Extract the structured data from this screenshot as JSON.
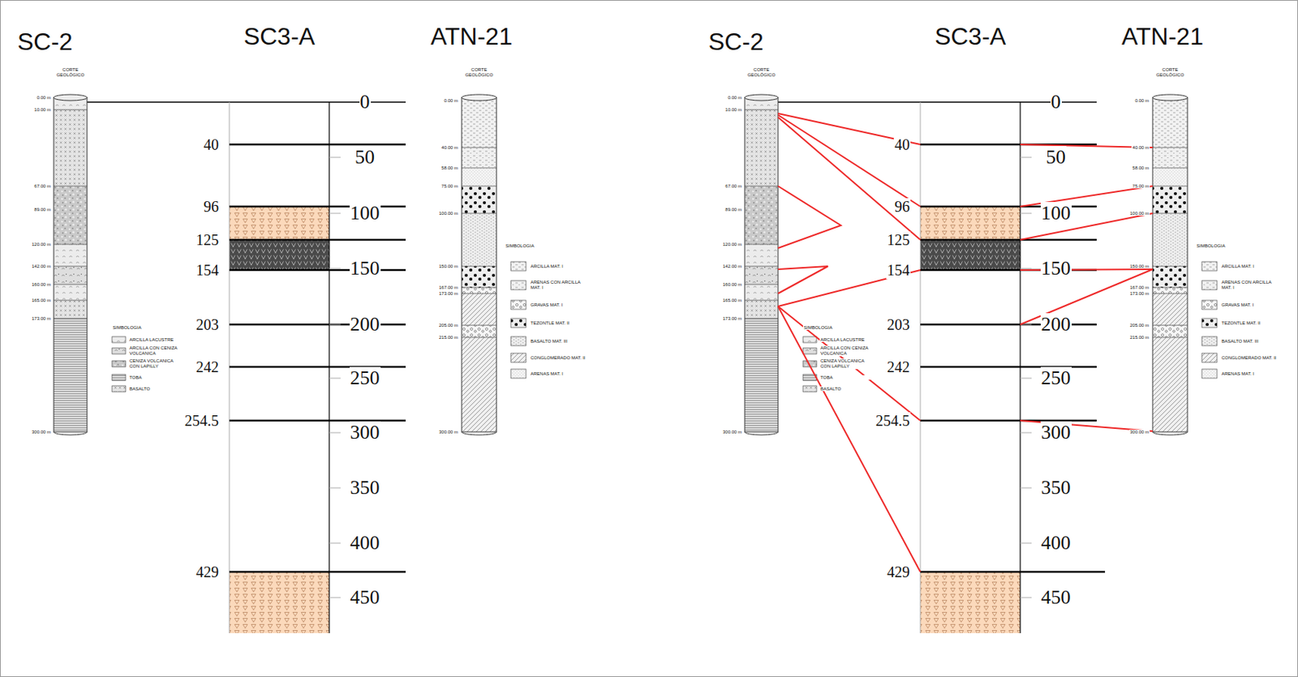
{
  "diagram": {
    "nodes": [
      {
        "text": [
          "SC-2",
          "CORTE GEOLÓGICO"
        ]
      },
      {
        "text": [
          "SC3-A"
        ]
      },
      {
        "text": [
          "ATN-21",
          "CORTE GEOLÓGICO"
        ]
      },
      {
        "text": [
          "SC-2",
          "CORTE GEOLÓGICO"
        ]
      },
      {
        "text": [
          "SC3-A"
        ]
      },
      {
        "text": [
          "ATN-21",
          "CORTE GEOLÓGICO"
        ]
      }
    ],
    "edges": [
      {
        "from": 3,
        "to": 4,
        "arrow": "none"
      },
      {
        "from": 3,
        "to": 4,
        "arrow": "none"
      },
      {
        "from": 3,
        "to": 4,
        "arrow": "none"
      },
      {
        "from": 3,
        "to": 4,
        "arrow": "none"
      },
      {
        "from": 3,
        "to": 4,
        "arrow": "none"
      },
      {
        "from": 3,
        "to": 4,
        "arrow": "none"
      },
      {
        "from": 4,
        "to": 5,
        "arrow": "none"
      },
      {
        "from": 4,
        "to": 5,
        "arrow": "none"
      },
      {
        "from": 4,
        "to": 5,
        "arrow": "none"
      },
      {
        "from": 4,
        "to": 5,
        "arrow": "none"
      },
      {
        "from": 4,
        "to": 5,
        "arrow": "none"
      },
      {
        "from": 4,
        "to": 5,
        "arrow": "none"
      }
    ],
    "labels": [
      "0.00 m",
      "10.00 m",
      "67.00 m",
      "89.00 m",
      "120.00 m",
      "142.00 m",
      "160.00 m",
      "165.00 m",
      "173.00 m",
      "300.00 m",
      "SIMBOLOGIA",
      "40",
      "96",
      "125",
      "154",
      "203",
      "242",
      "254.5",
      "429",
      "0",
      "50",
      "100",
      "150",
      "200",
      "250",
      "300",
      "350",
      "400",
      "450",
      "0.00 m",
      "40.00 m",
      "58.00 m",
      "75.00 m",
      "100.00 m",
      "150.00 m",
      "167.00 m",
      "173.00 m",
      "205.00 m",
      "215.00 m",
      "300.00 m",
      "SIMBOLOGIA",
      "0.00 m",
      "10.00 m",
      "67.00 m",
      "89.00 m",
      "120.00 m",
      "142.00 m",
      "160.00 m",
      "165.00 m",
      "173.00 m",
      "300.00 m",
      "SIMBOLOGIA",
      "40",
      "96",
      "125",
      "154",
      "203",
      "242",
      "254.5",
      "429",
      "0",
      "50",
      "100",
      "150",
      "200",
      "250",
      "300",
      "350",
      "400",
      "450",
      "0.00 m",
      "40.00 m",
      "58.00 m",
      "75.00 m",
      "100.00 m",
      "150.00 m",
      "167.00 m",
      "173.00 m",
      "205.00 m",
      "215.00 m",
      "300.00 m",
      "SIMBOLOGIA"
    ],
    "legend": [
      {
        "text": "ARCILLA LACUSTRE"
      },
      {
        "text": "ARCILLA CON CENIZA VOLCANICA"
      },
      {
        "text": "CENIZA VOLCANICA CON LAPILLY"
      },
      {
        "text": "TOBA"
      },
      {
        "text": "BASALTO"
      },
      {
        "text": "ARCILLA MAT. I"
      },
      {
        "text": "ARENAS CON ARCILLA MAT. I"
      },
      {
        "text": "GRAVAS MAT. I"
      },
      {
        "text": "TEZONTLE MAT. II"
      },
      {
        "text": "BASALTO MAT. III"
      },
      {
        "text": "CONGLOMERADO MAT. II"
      },
      {
        "text": "ARENAS MAT. I"
      },
      {
        "text": "ARCILLA LACUSTRE"
      },
      {
        "text": "ARCILLA CON CENIZA VOLCANICA"
      },
      {
        "text": "CENIZA VOLCANICA CON LAPILLY"
      },
      {
        "text": "TOBA"
      },
      {
        "text": "BASALTO"
      },
      {
        "text": "ARCILLA MAT. I"
      },
      {
        "text": "ARENAS CON ARCILLA MAT. I"
      },
      {
        "text": "GRAVAS MAT. I"
      },
      {
        "text": "TEZONTLE MAT. II"
      },
      {
        "text": "BASALTO MAT. III"
      },
      {
        "text": "CONGLOMERADO MAT. II"
      },
      {
        "text": "ARENAS MAT. I"
      }
    ]
  }
}
